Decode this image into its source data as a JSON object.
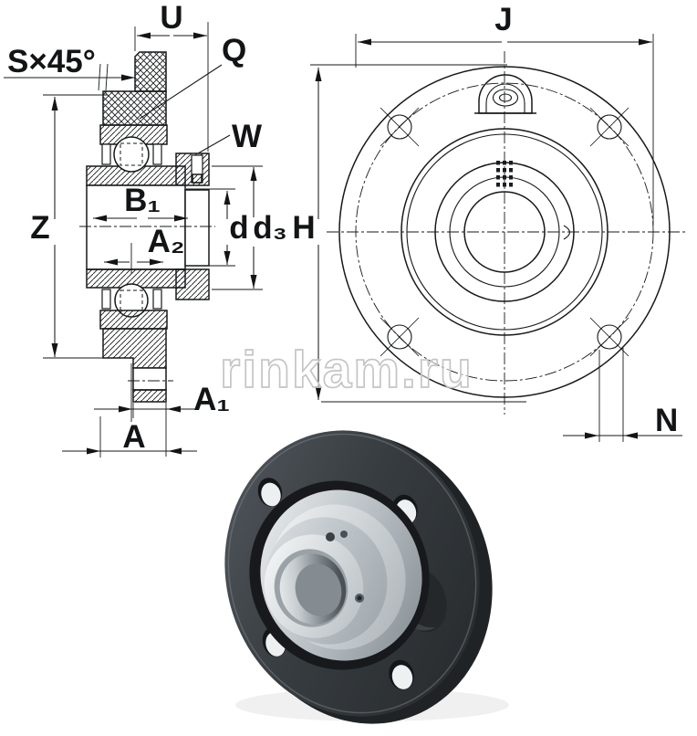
{
  "watermark": {
    "text": "rinkam.ru"
  },
  "section_view": {
    "description": "cross-section view of flanged bearing unit",
    "dim_labels": {
      "U": "U",
      "S45": "S×45°",
      "Q": "Q",
      "W": "W",
      "Z": "Z",
      "B1": "B₁",
      "A2": "A₂",
      "d": "d",
      "d3": "d₃",
      "A1": "A₁",
      "A": "A"
    }
  },
  "front_view": {
    "description": "front view of round flange housing with 4 bolt holes and grease fitting",
    "dim_labels": {
      "J": "J",
      "H": "H",
      "N": "N"
    }
  },
  "photo": {
    "description": "3D render of round flanged bearing unit, dark housing with steel insert"
  },
  "colors": {
    "line": "#16181a",
    "watermark_outline": "#c5c5c5",
    "flange_dark": "#34383c",
    "steel_light": "#e9edef"
  }
}
